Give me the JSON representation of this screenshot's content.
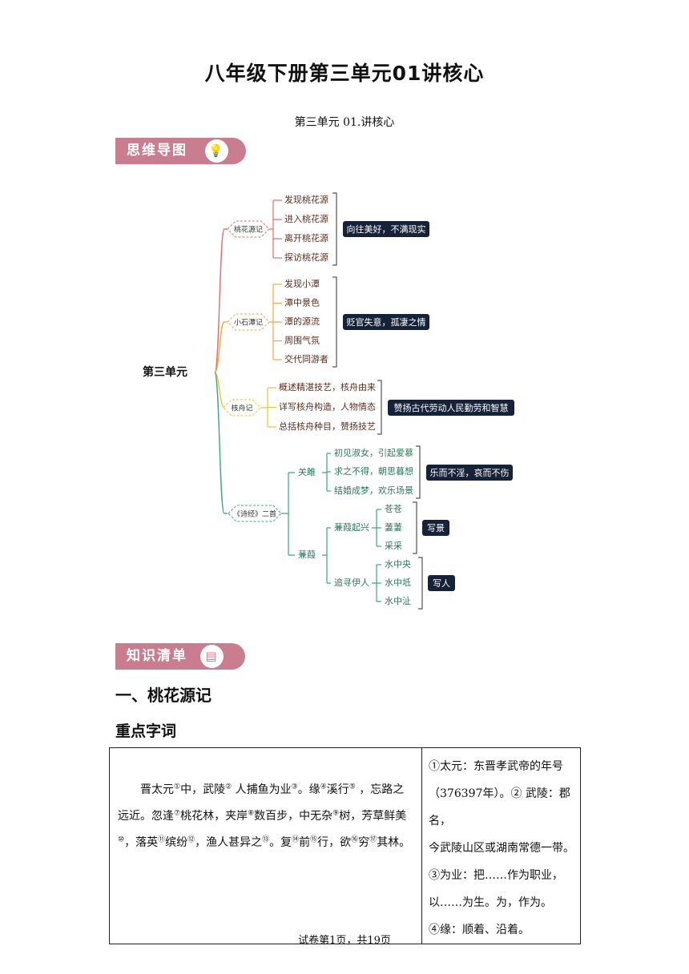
{
  "title": "八年级下册第三单元01讲核心",
  "subtitle": "第三单元  01.讲核心",
  "banner_mindmap": "思维导图",
  "banner_knowledge": "知识清单",
  "mindmap": {
    "root": "第三单元",
    "branches": [
      {
        "label": "桃花源记",
        "color": "#e56b6b",
        "items": [
          "发现桃花源",
          "进入桃花源",
          "离开桃花源",
          "探访桃花源"
        ],
        "summary": "向往美好，不满现实"
      },
      {
        "label": "小石潭记",
        "color": "#f0a842",
        "items": [
          "发现小潭",
          "潭中景色",
          "潭的源流",
          "周围气氛",
          "交代同游者"
        ],
        "summary": "贬官失意，孤凄之情"
      },
      {
        "label": "核舟记",
        "color": "#e8c43a",
        "items": [
          "概述精湛技艺，核舟由来",
          "详写核舟构造，人物情态",
          "总括核舟种目，赞扬技艺"
        ],
        "summary": "赞扬古代劳动人民勤劳和智慧"
      },
      {
        "label": "《诗经》二首",
        "color": "#3aa87a",
        "poems": [
          {
            "label": "关雎",
            "items": [
              "初见淑女，引起爱慕",
              "求之不得，朝思暮想",
              "结婚成梦，欢乐场景"
            ],
            "summary": "乐而不淫，哀而不伤"
          },
          {
            "label": "蒹葭",
            "groups": [
              {
                "label": "蒹葭起兴",
                "items": [
                  "苍苍",
                  "萋萋",
                  "采采"
                ],
                "summary": "写景"
              },
              {
                "label": "追寻伊人",
                "items": [
                  "水中央",
                  "水中坻",
                  "水中沚"
                ],
                "summary": "写人"
              }
            ]
          }
        ]
      }
    ]
  },
  "section_heading": "一、桃花源记",
  "subsection_heading": "重点字词",
  "passage": [
    {
      "t": "晋太元"
    },
    {
      "s": "①"
    },
    {
      "t": "中，武陵"
    },
    {
      "s": "②"
    },
    {
      "t": " 人捕鱼为业"
    },
    {
      "s": "③"
    },
    {
      "t": "。缘"
    },
    {
      "s": "④"
    },
    {
      "t": "溪行"
    },
    {
      "s": "⑤"
    },
    {
      "t": " ，忘路之远近。忽逢"
    },
    {
      "s": "⑦"
    },
    {
      "t": "桃花林，夹岸"
    },
    {
      "s": "⑧"
    },
    {
      "t": "数百步，中无杂"
    },
    {
      "s": "⑨"
    },
    {
      "t": "树，芳草鲜美"
    },
    {
      "s": "⑩"
    },
    {
      "t": "，落英"
    },
    {
      "s": "⑪"
    },
    {
      "t": "缤纷"
    },
    {
      "s": "⑫"
    },
    {
      "t": "，渔人甚异之"
    },
    {
      "s": "⑬"
    },
    {
      "t": "。复"
    },
    {
      "s": "⑭"
    },
    {
      "t": "前"
    },
    {
      "s": "⑮"
    },
    {
      "t": "行，欲"
    },
    {
      "s": "⑯"
    },
    {
      "t": "穷"
    },
    {
      "s": "⑰"
    },
    {
      "t": "其林。"
    }
  ],
  "notes": [
    "①太元：东晋孝武帝的年号",
    "（376397年）。② 武陵：郡名，",
    "今武陵山区或湖南常德一带。",
    "③为业：把……作为职业，",
    "以……为生。为，作为。",
    "④缘：顺着、沿着。"
  ],
  "footer": "试卷第1页，共19页"
}
